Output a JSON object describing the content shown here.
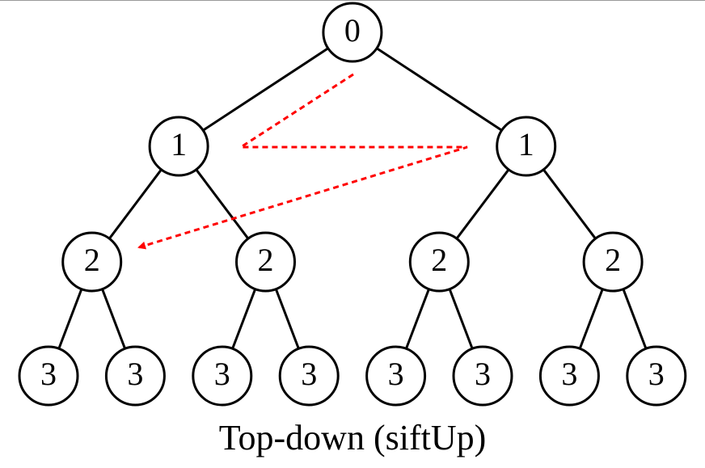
{
  "diagram": {
    "caption": "Top-down (siftUp)",
    "trace_color": "#ff0000",
    "levels": [
      {
        "nodes": [
          "0"
        ]
      },
      {
        "nodes": [
          "1",
          "1"
        ]
      },
      {
        "nodes": [
          "2",
          "2",
          "2",
          "2"
        ]
      },
      {
        "nodes": [
          "3",
          "3",
          "3",
          "3",
          "3",
          "3",
          "3",
          "3"
        ]
      }
    ]
  }
}
